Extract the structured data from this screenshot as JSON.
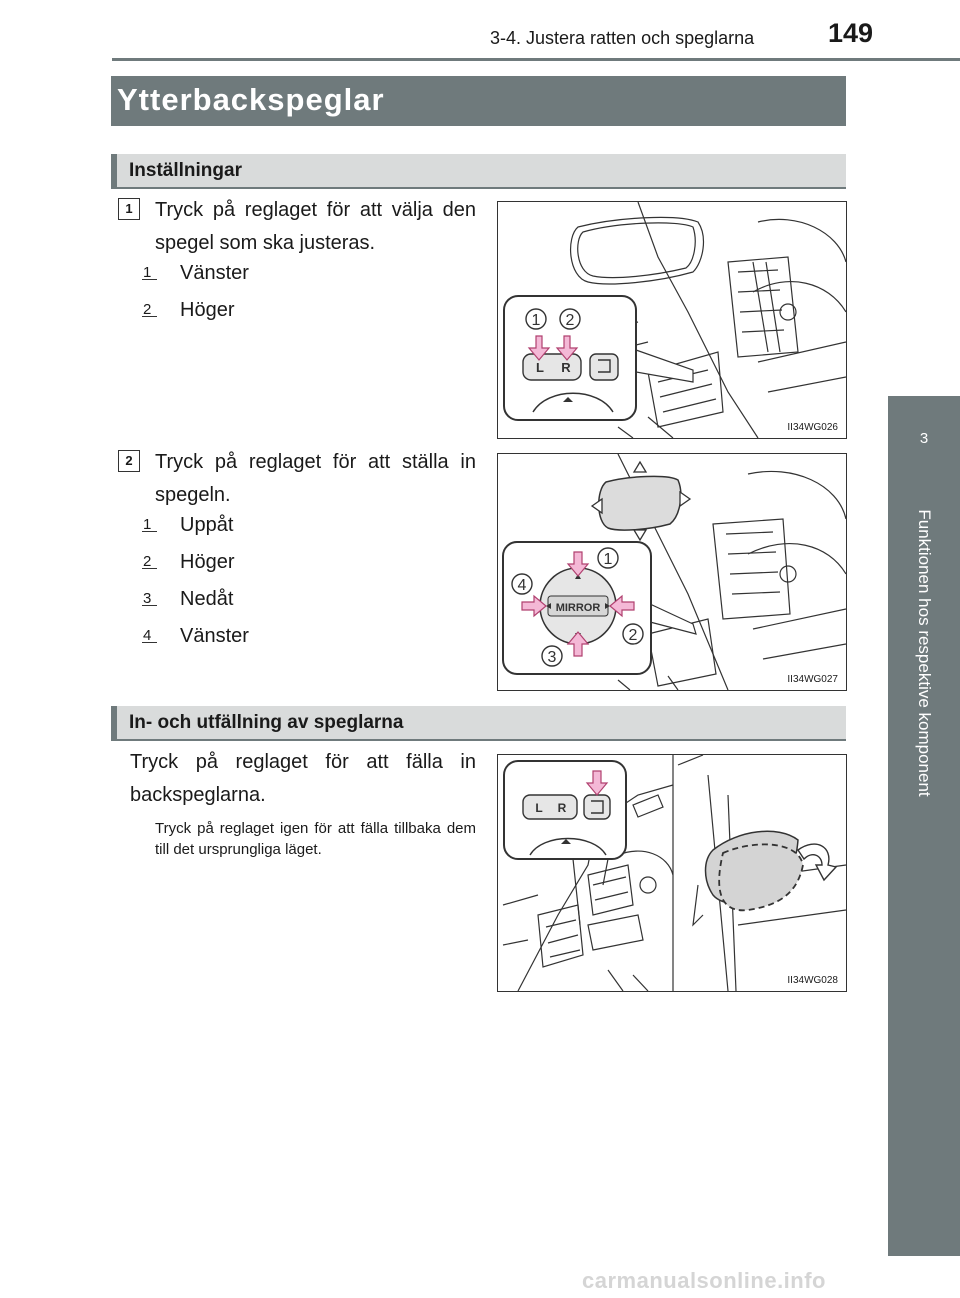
{
  "header": {
    "chapter": "3-4. Justera ratten och speglarna",
    "page_number": "149"
  },
  "side_tab": {
    "chapter_number": "3",
    "label": "Funktionen hos respektive komponent"
  },
  "title": "Ytterbackspeglar",
  "sections": [
    {
      "heading": "Inställningar",
      "steps": [
        {
          "number": "1",
          "text": "Tryck på reglaget för att välja den spegel som ska justeras.",
          "items": [
            {
              "n": "1",
              "label": "Vänster"
            },
            {
              "n": "2",
              "label": "Höger"
            }
          ],
          "figure": {
            "code": "II34WG026",
            "callouts": [
              "1",
              "2"
            ],
            "switch_labels": [
              "L",
              "R"
            ]
          }
        },
        {
          "number": "2",
          "text": "Tryck på reglaget för att ställa in spegeln.",
          "items": [
            {
              "n": "1",
              "label": "Uppåt"
            },
            {
              "n": "2",
              "label": "Höger"
            },
            {
              "n": "3",
              "label": "Nedåt"
            },
            {
              "n": "4",
              "label": "Vänster"
            }
          ],
          "figure": {
            "code": "II34WG027",
            "callouts": [
              "1",
              "2",
              "3",
              "4"
            ],
            "switch_label": "MIRROR"
          }
        }
      ]
    },
    {
      "heading": "In- och utfällning av speglarna",
      "text": "Tryck på reglaget för att fälla in backspeglarna.",
      "note": "Tryck på reglaget igen för att fälla tillbaka dem till det ursprungliga läget.",
      "figure": {
        "code": "II34WG028",
        "switch_labels": [
          "L",
          "R"
        ]
      }
    }
  ],
  "footer": {
    "watermark": "carmanualsonline.info"
  },
  "colors": {
    "title_bar": "#6f7a7c",
    "sub_bar": "#d9dbdb",
    "callout_arrow": "#f4b8d6",
    "arrow_stroke": "#b0406f"
  }
}
